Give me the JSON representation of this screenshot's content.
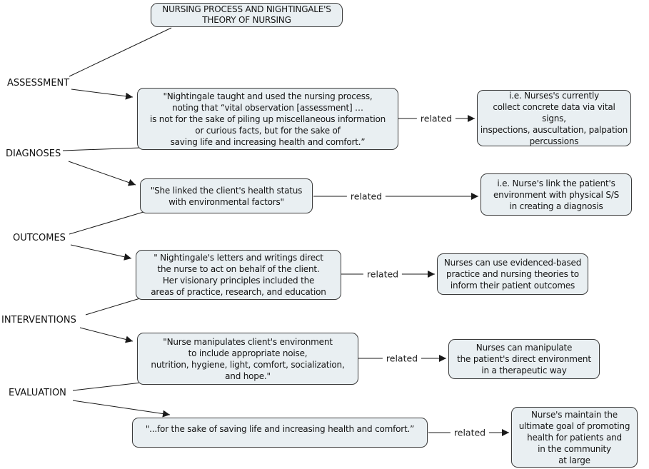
{
  "title": {
    "lines": [
      "NURSING PROCESS AND NIGHTINGALE'S",
      "THEORY OF NURSING"
    ]
  },
  "stages": [
    {
      "label": "ASSESSMENT"
    },
    {
      "label": "DIAGNOSES"
    },
    {
      "label": "OUTCOMES"
    },
    {
      "label": "INTERVENTIONS"
    },
    {
      "label": "EVALUATION"
    }
  ],
  "rows": [
    {
      "relation": "related",
      "quote_lines": [
        "\"Nightingale taught and used the nursing process,",
        "noting that “vital observation [assessment] …",
        "is not for the sake of piling up miscellaneous information",
        "or curious facts, but for the sake of",
        "saving life and increasing health and comfort.”"
      ],
      "application_lines": [
        "i.e. Nurses's currently",
        "collect concrete data via vital signs,",
        "inspections, auscultation, palpation",
        "percussions"
      ]
    },
    {
      "relation": "related",
      "quote_lines": [
        "\"She linked the client's health status",
        "with environmental factors\""
      ],
      "application_lines": [
        "i.e. Nurse's link the patient's",
        "environment with physical S/S",
        "in creating a diagnosis"
      ]
    },
    {
      "relation": "related",
      "quote_lines": [
        "\" Nightingale's letters and writings direct",
        "the nurse to act on behalf of the client.",
        "Her visionary principles included the",
        "areas of practice, research, and education"
      ],
      "application_lines": [
        "Nurses can use evidenced-based",
        "practice and nursing theories to",
        "inform their patient outcomes"
      ]
    },
    {
      "relation": "related",
      "quote_lines": [
        "\"Nurse manipulates client's environment",
        "to include appropriate noise,",
        "nutrition, hygiene, light, comfort, socialization,",
        "and hope.\""
      ],
      "application_lines": [
        "Nurses can manipulate",
        "the patient's direct environment",
        "in a therapeutic way"
      ]
    },
    {
      "relation": "related",
      "quote_lines": [
        "\"...for the sake of saving life and increasing health and comfort.”"
      ],
      "application_lines": [
        "Nurse's maintain the",
        "ultimate goal of promoting",
        "health for patients and",
        "in the community",
        "at large"
      ]
    }
  ],
  "colors": {
    "node_fill": "#e9eff2",
    "node_border": "#3a3a3a",
    "connector": "#1a1a1a",
    "background": "#ffffff",
    "text": "#141414"
  }
}
